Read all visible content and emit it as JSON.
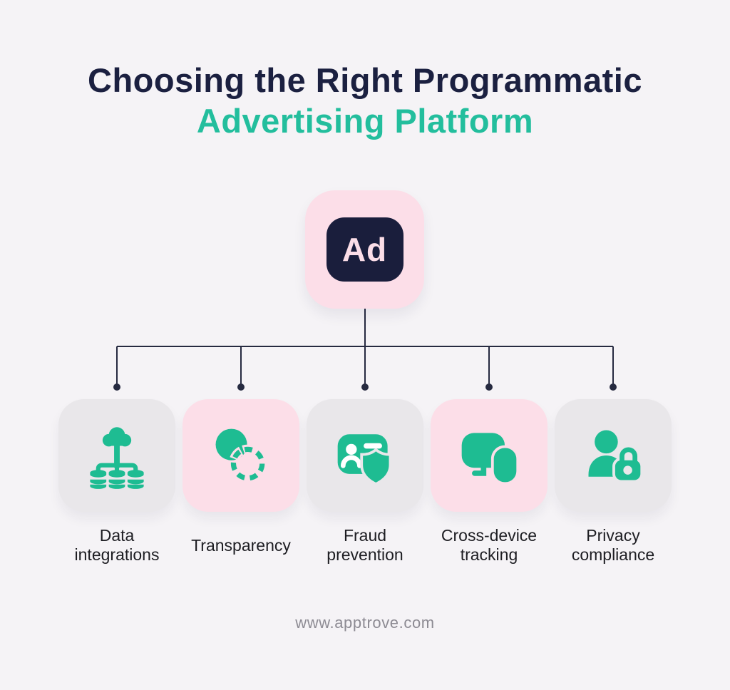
{
  "title": {
    "line1": "Choosing the Right Programmatic",
    "line2": "Advertising Platform"
  },
  "root_node": {
    "label": "Ad"
  },
  "cards": [
    {
      "label": "Data integrations",
      "icon": "data-integrations-icon",
      "variant": "gray"
    },
    {
      "label": "Transparency",
      "icon": "transparency-icon",
      "variant": "pink"
    },
    {
      "label": "Fraud prevention",
      "icon": "fraud-prevention-icon",
      "variant": "gray"
    },
    {
      "label": "Cross-device tracking",
      "icon": "cross-device-tracking-icon",
      "variant": "pink"
    },
    {
      "label": "Privacy compliance",
      "icon": "privacy-compliance-icon",
      "variant": "gray"
    }
  ],
  "footer": {
    "url": "www.apptrove.com"
  },
  "colors": {
    "background": "#F5F3F6",
    "title_primary": "#1B2040",
    "title_accent": "#23BE9D",
    "icon_green": "#1EBC92",
    "pink": "#FCDEE8",
    "gray_card": "#E9E7EA",
    "navy": "#1A1E3C",
    "line": "#262A40",
    "label_text": "#1D1D22",
    "footer_text": "#8D8B93"
  }
}
